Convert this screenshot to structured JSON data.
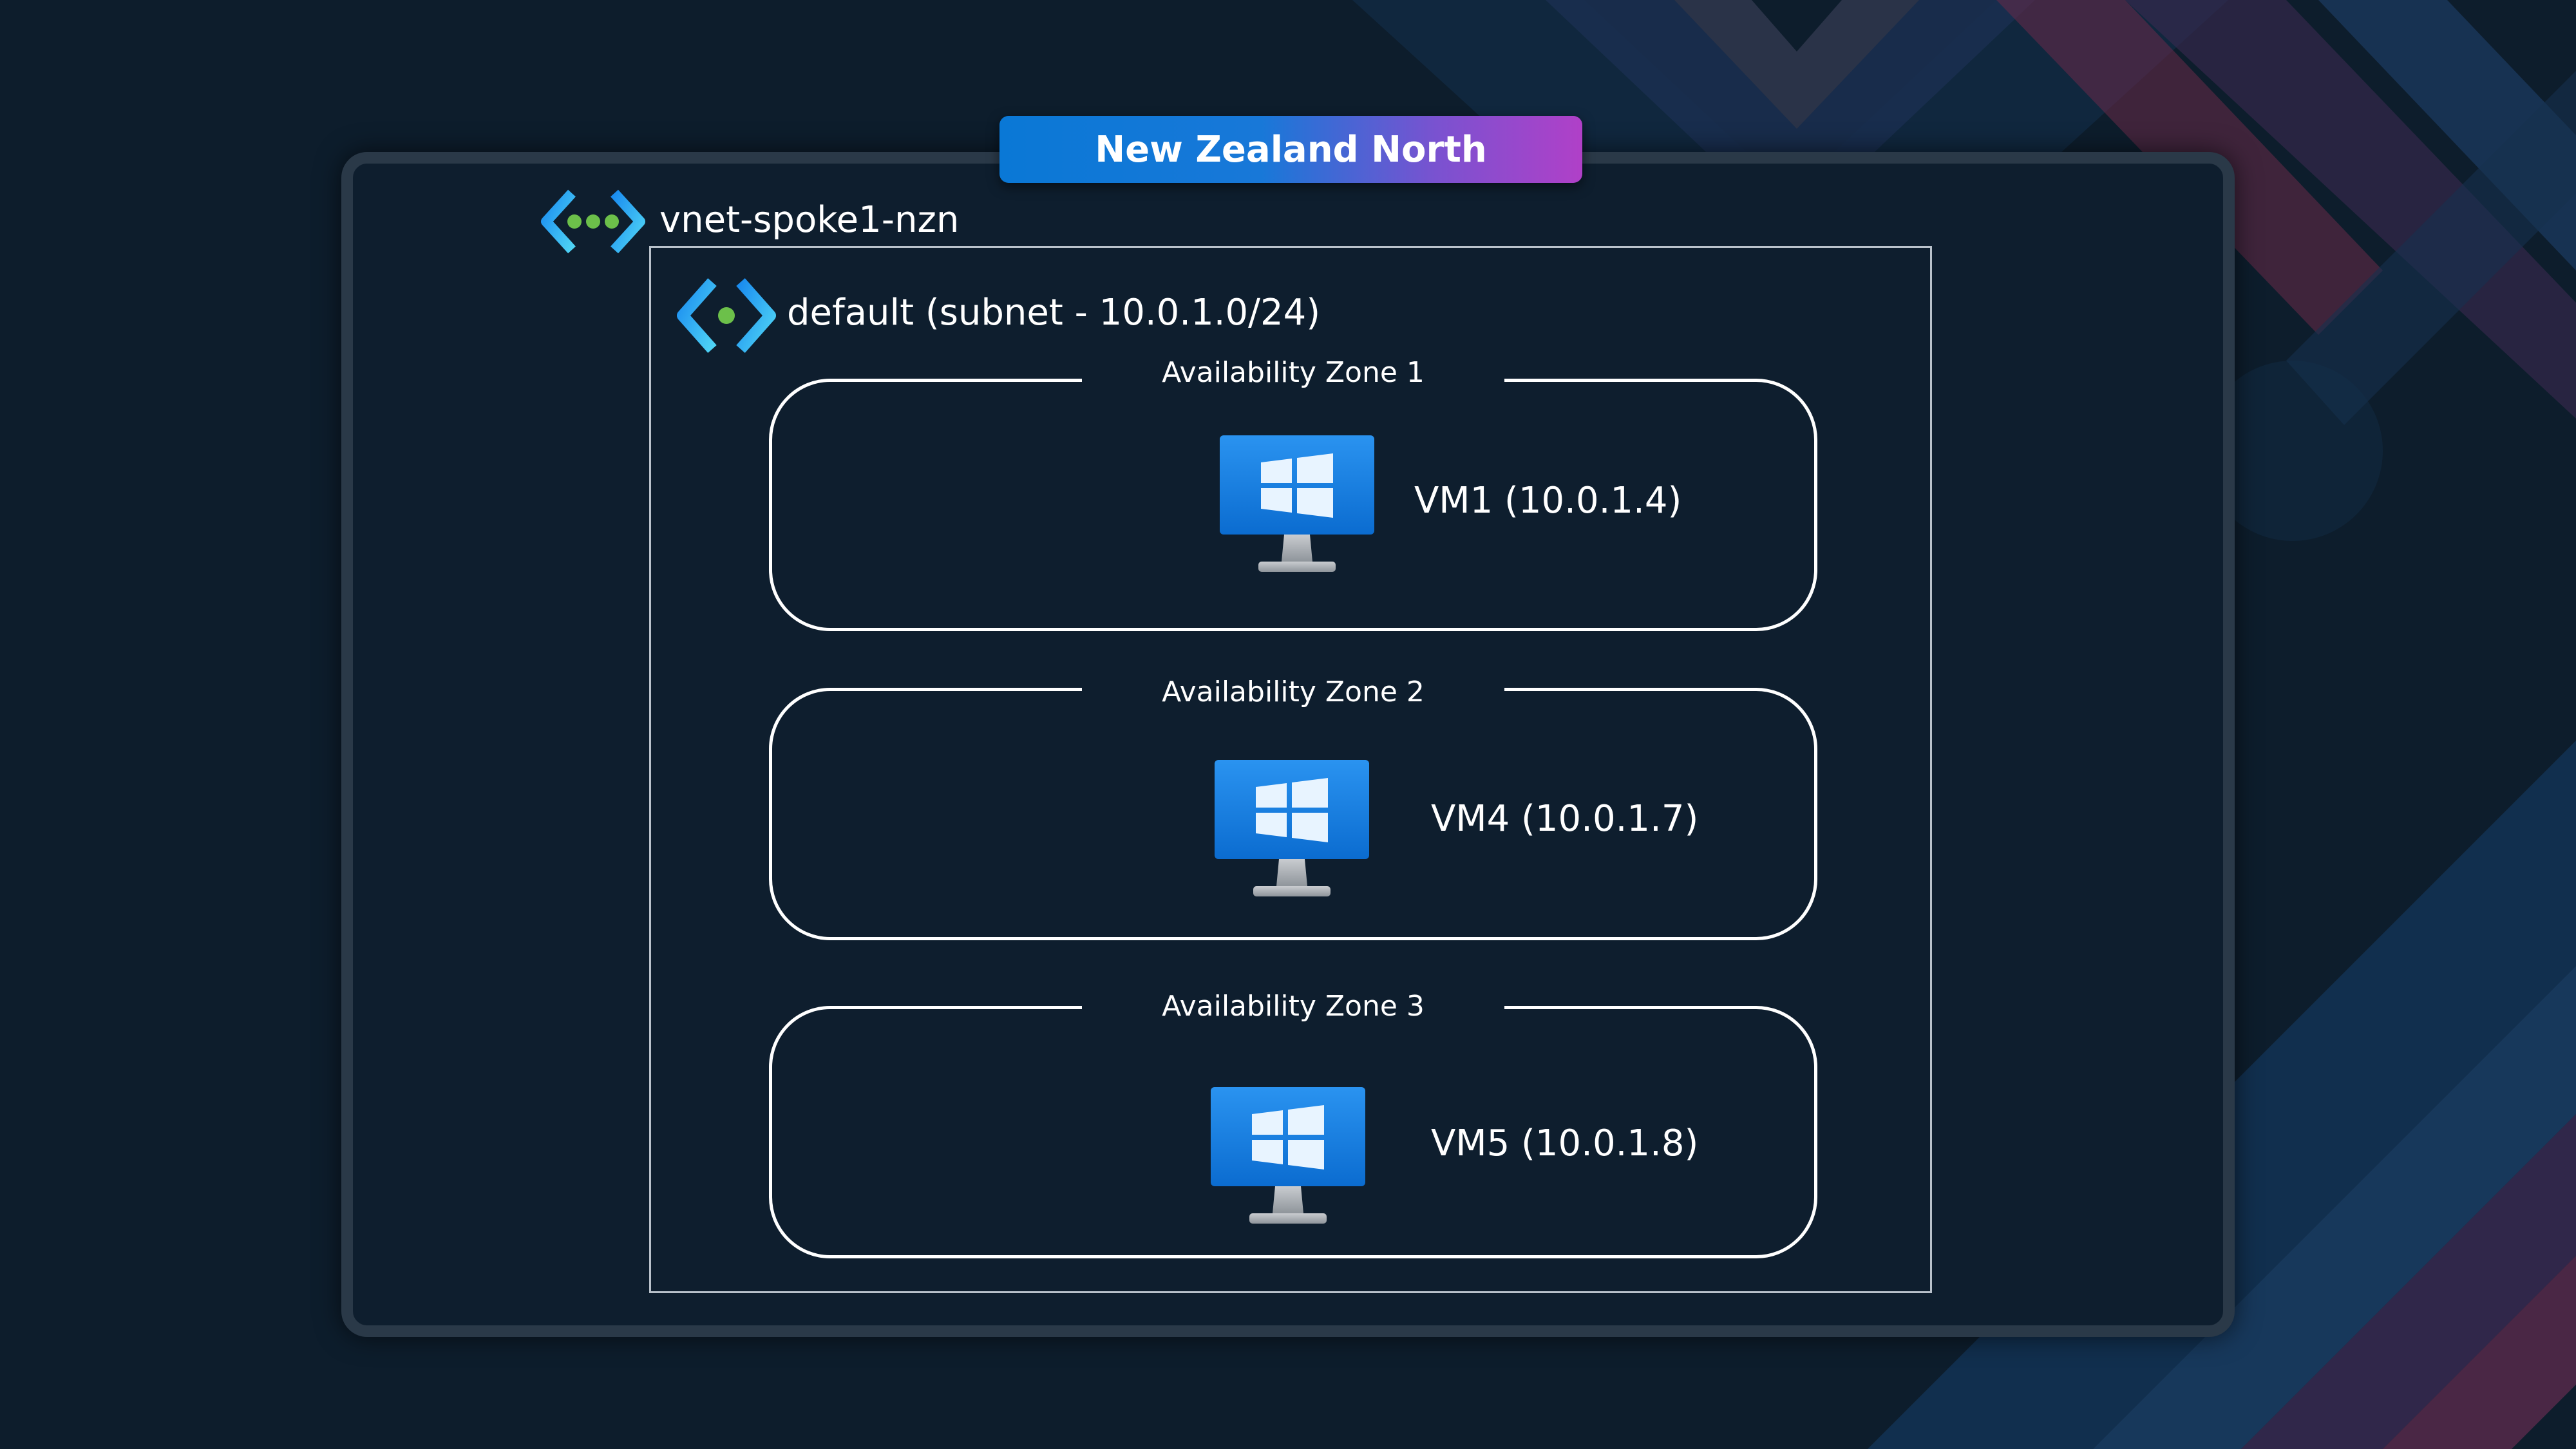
{
  "region": {
    "name": "New Zealand North"
  },
  "vnet": {
    "name": "vnet-spoke1-nzn"
  },
  "subnet": {
    "label": "default (subnet - 10.0.1.0/24)"
  },
  "zones": [
    {
      "title": "Availability Zone 1",
      "vm_label": "VM1 (10.0.1.4)"
    },
    {
      "title": "Availability Zone 2",
      "vm_label": "VM4 (10.0.1.7)"
    },
    {
      "title": "Availability Zone 3",
      "vm_label": "VM5 (10.0.1.8)"
    }
  ],
  "icons": {
    "vnet": "virtual-network-icon",
    "subnet": "subnet-icon",
    "vm": "windows-vm-icon"
  },
  "colors": {
    "background": "#0d1d2c",
    "badge_start": "#0a78d6",
    "badge_end": "#b040c8",
    "icon_blue": "#1a8cf0",
    "icon_cyan": "#4fd4f5",
    "icon_green": "#6cc04a"
  }
}
